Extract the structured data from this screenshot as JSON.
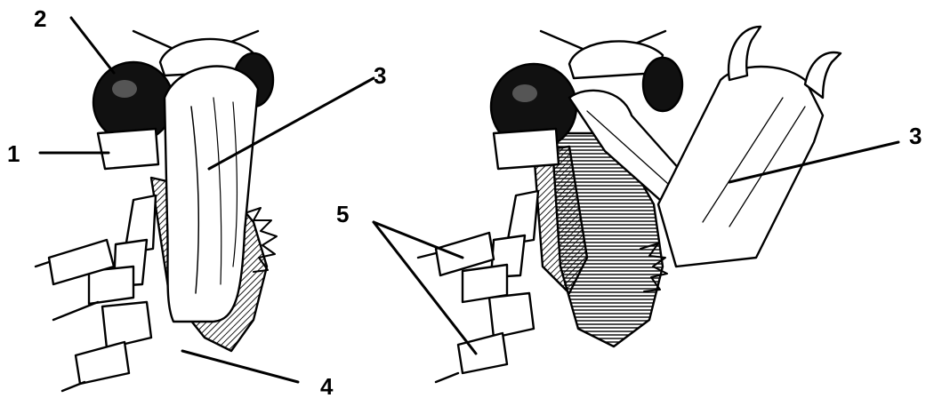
{
  "figure": {
    "labels": {
      "l1": "1",
      "l2": "2",
      "l3_left": "3",
      "l3_right": "3",
      "l4": "4",
      "l5": "5"
    }
  }
}
